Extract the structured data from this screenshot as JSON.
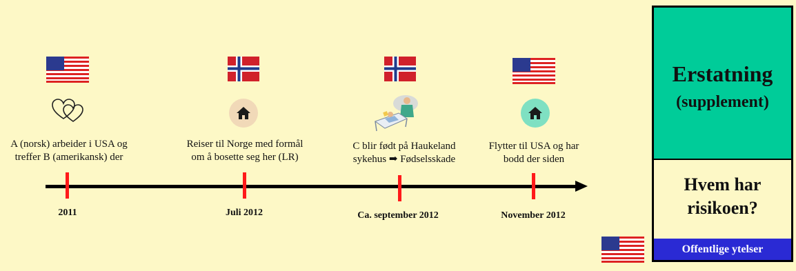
{
  "timeline": {
    "events": [
      {
        "flag": "us-flag-icon",
        "icon": "two-hearts-icon",
        "text_line1": "A (norsk) arbeider i USA og",
        "text_line2": "treffer B (amerikansk) der",
        "date": "2011"
      },
      {
        "flag": "norway-flag-icon",
        "icon": "home-icon",
        "text_line1": "Reiser til Norge med formål",
        "text_line2": "om å bosette seg her (LR)",
        "date": "Juli 2012"
      },
      {
        "flag": "norway-flag-icon",
        "icon": "hospital-bed-icon",
        "text_line1": "C blir født på Haukeland",
        "text_line2": "sykehus ➡ Fødselsskade",
        "date": "Ca. september 2012"
      },
      {
        "flag": "us-flag-icon",
        "icon": "home-icon",
        "text_line1": "Flytter til USA og har",
        "text_line2": "bodd der siden",
        "date": "November 2012"
      }
    ]
  },
  "panel": {
    "title": "Erstatning",
    "subtitle": "(supplement)",
    "question_line1": "Hvem har",
    "question_line2": "risikoen?",
    "bottom_label": "Offentlige ytelser"
  },
  "colors": {
    "background": "#fdf8c6",
    "panel_green": "#00cc99",
    "panel_blue": "#2a2ad4",
    "tick_red": "#ff1a1a",
    "home_circle_1": "#f1d9b8",
    "home_circle_2": "#7fe0c2"
  }
}
